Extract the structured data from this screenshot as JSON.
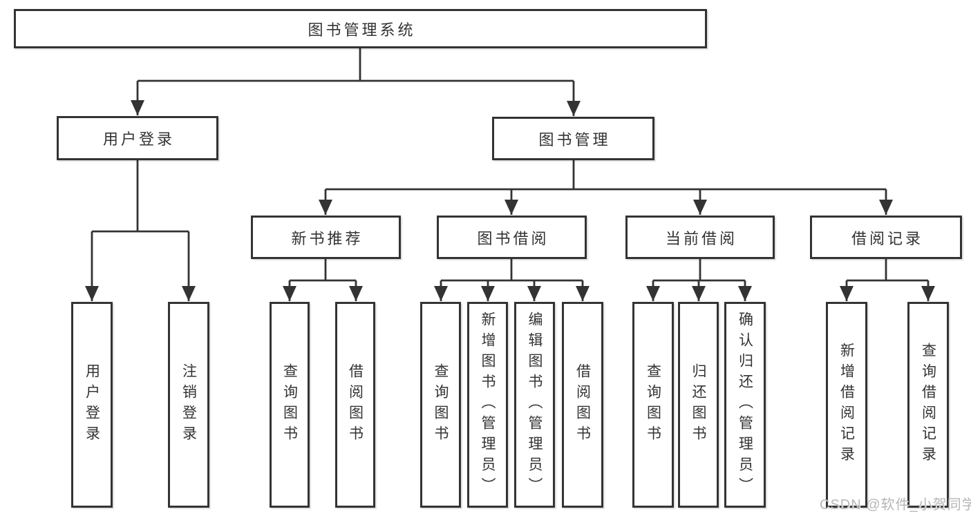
{
  "diagram": {
    "root": {
      "label": "图书管理系统"
    },
    "branches": [
      {
        "label": "用户登录",
        "children": [
          {
            "label": "用户登录"
          },
          {
            "label": "注销登录"
          }
        ]
      },
      {
        "label": "图书管理",
        "children": [
          {
            "label": "新书推荐",
            "children": [
              {
                "label": "查询图书"
              },
              {
                "label": "借阅图书"
              }
            ]
          },
          {
            "label": "图书借阅",
            "children": [
              {
                "label": "查询图书"
              },
              {
                "label": "新增图书（管理员）"
              },
              {
                "label": "编辑图书（管理员）"
              },
              {
                "label": "借阅图书"
              }
            ]
          },
          {
            "label": "当前借阅",
            "children": [
              {
                "label": "查询图书"
              },
              {
                "label": "归还图书"
              },
              {
                "label": "确认归还（管理员）"
              }
            ]
          },
          {
            "label": "借阅记录",
            "children": [
              {
                "label": "新增借阅记录"
              },
              {
                "label": "查询借阅记录"
              }
            ]
          }
        ]
      }
    ]
  },
  "watermark": {
    "text": "CSDN @软件_小贺同学"
  },
  "colors": {
    "line": "#333333",
    "box_border": "#333333",
    "box_background": "#ffffff",
    "text": "#333333",
    "watermark": "#b6b6b6"
  }
}
